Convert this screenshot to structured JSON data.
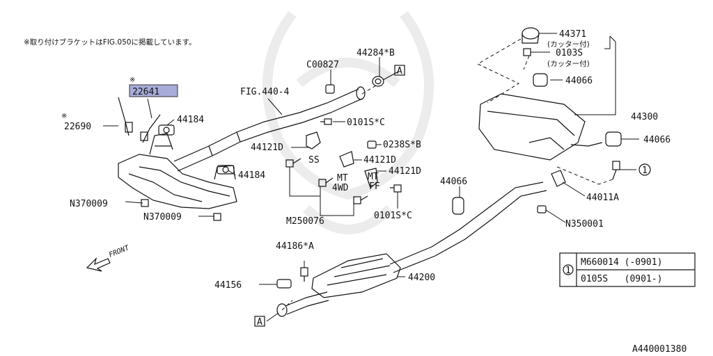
{
  "note": "※取り付けブラケットはFIG.050に掲載しています。",
  "figure_id": "A440001380",
  "front_label": "FRONT",
  "ref_mark": "※",
  "circle_num": "1",
  "box_a": "A",
  "parts": {
    "p22641": "22641",
    "p22690": "22690",
    "p44184a": "44184",
    "p44184b": "44184",
    "fig440": "FIG.440-4",
    "c00827": "C00827",
    "p44284b": "44284*B",
    "p0101sc_a": "0101S*C",
    "p44121d_a": "44121D",
    "ss": "SS",
    "p0238sb": "0238S*B",
    "p44121d_b": "44121D",
    "mt4wd_1": "MT",
    "mt4wd_2": "4WD",
    "p44121d_c": "44121D",
    "mtff_1": "MT",
    "mtff_2": "FF",
    "n370009a": "N370009",
    "n370009b": "N370009",
    "m250076": "M250076",
    "p0101sc_b": "0101S*C",
    "p44371": "44371",
    "cutter1": "(カッター付)",
    "p0103s": "0103S",
    "cutter2": "(カッター付)",
    "p44066a": "44066",
    "p44300": "44300",
    "p44066b": "44066",
    "p44066c": "44066",
    "p44011a": "44011A",
    "n350001": "N350001",
    "p44186a": "44186*A",
    "p44156": "44156",
    "p44200": "44200"
  },
  "legend": {
    "row1": "M660014 (-0901)",
    "row2": "0105S   (0901-)"
  }
}
